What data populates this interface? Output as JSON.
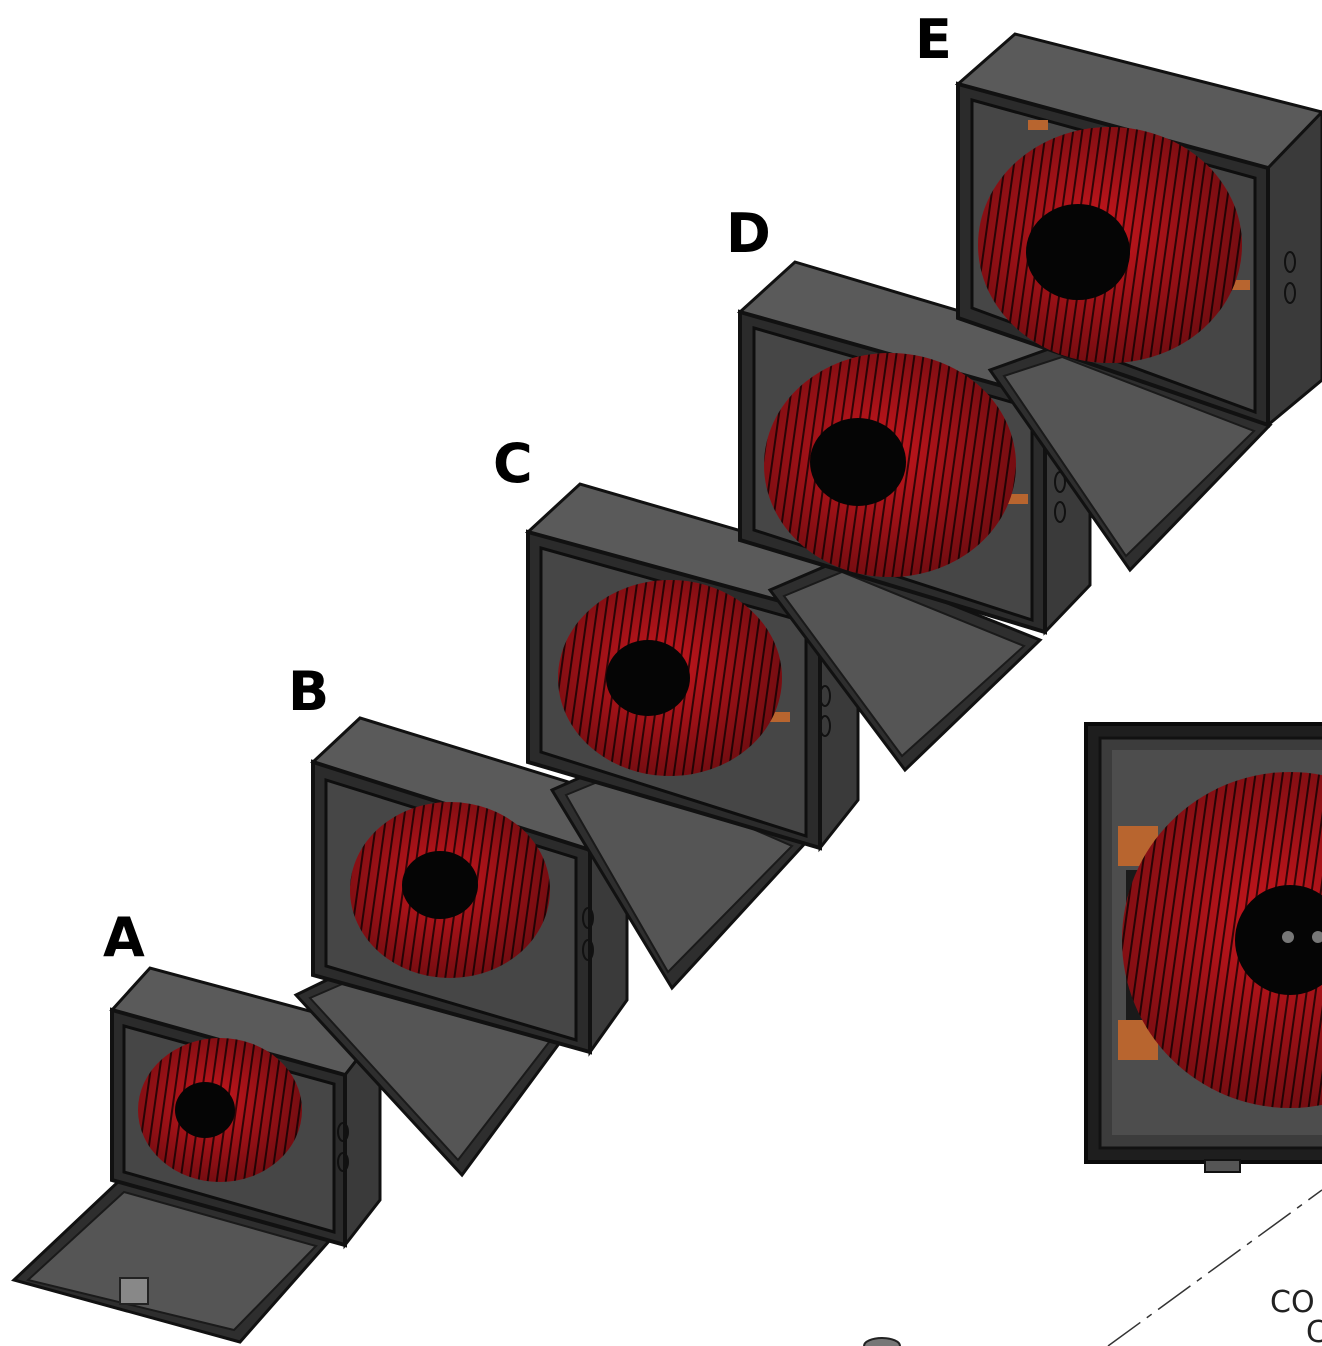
{
  "figure": {
    "units": [
      {
        "label": "A"
      },
      {
        "label": "B"
      },
      {
        "label": "C"
      },
      {
        "label": "D"
      },
      {
        "label": "E"
      }
    ],
    "note_lines": [
      "CO",
      "C"
    ]
  },
  "colors": {
    "enclosure": "#4a4a4a",
    "enclosure_dark": "#2a2a2a",
    "enclosure_light": "#5a5a5a",
    "coil": "#c8161d",
    "coil_dark": "#6e0a0e",
    "copper": "#b8652f",
    "core": "#050505"
  },
  "icons": {
    "enclosure": "electrical-enclosure-icon",
    "coil": "toroidal-coil-icon"
  }
}
